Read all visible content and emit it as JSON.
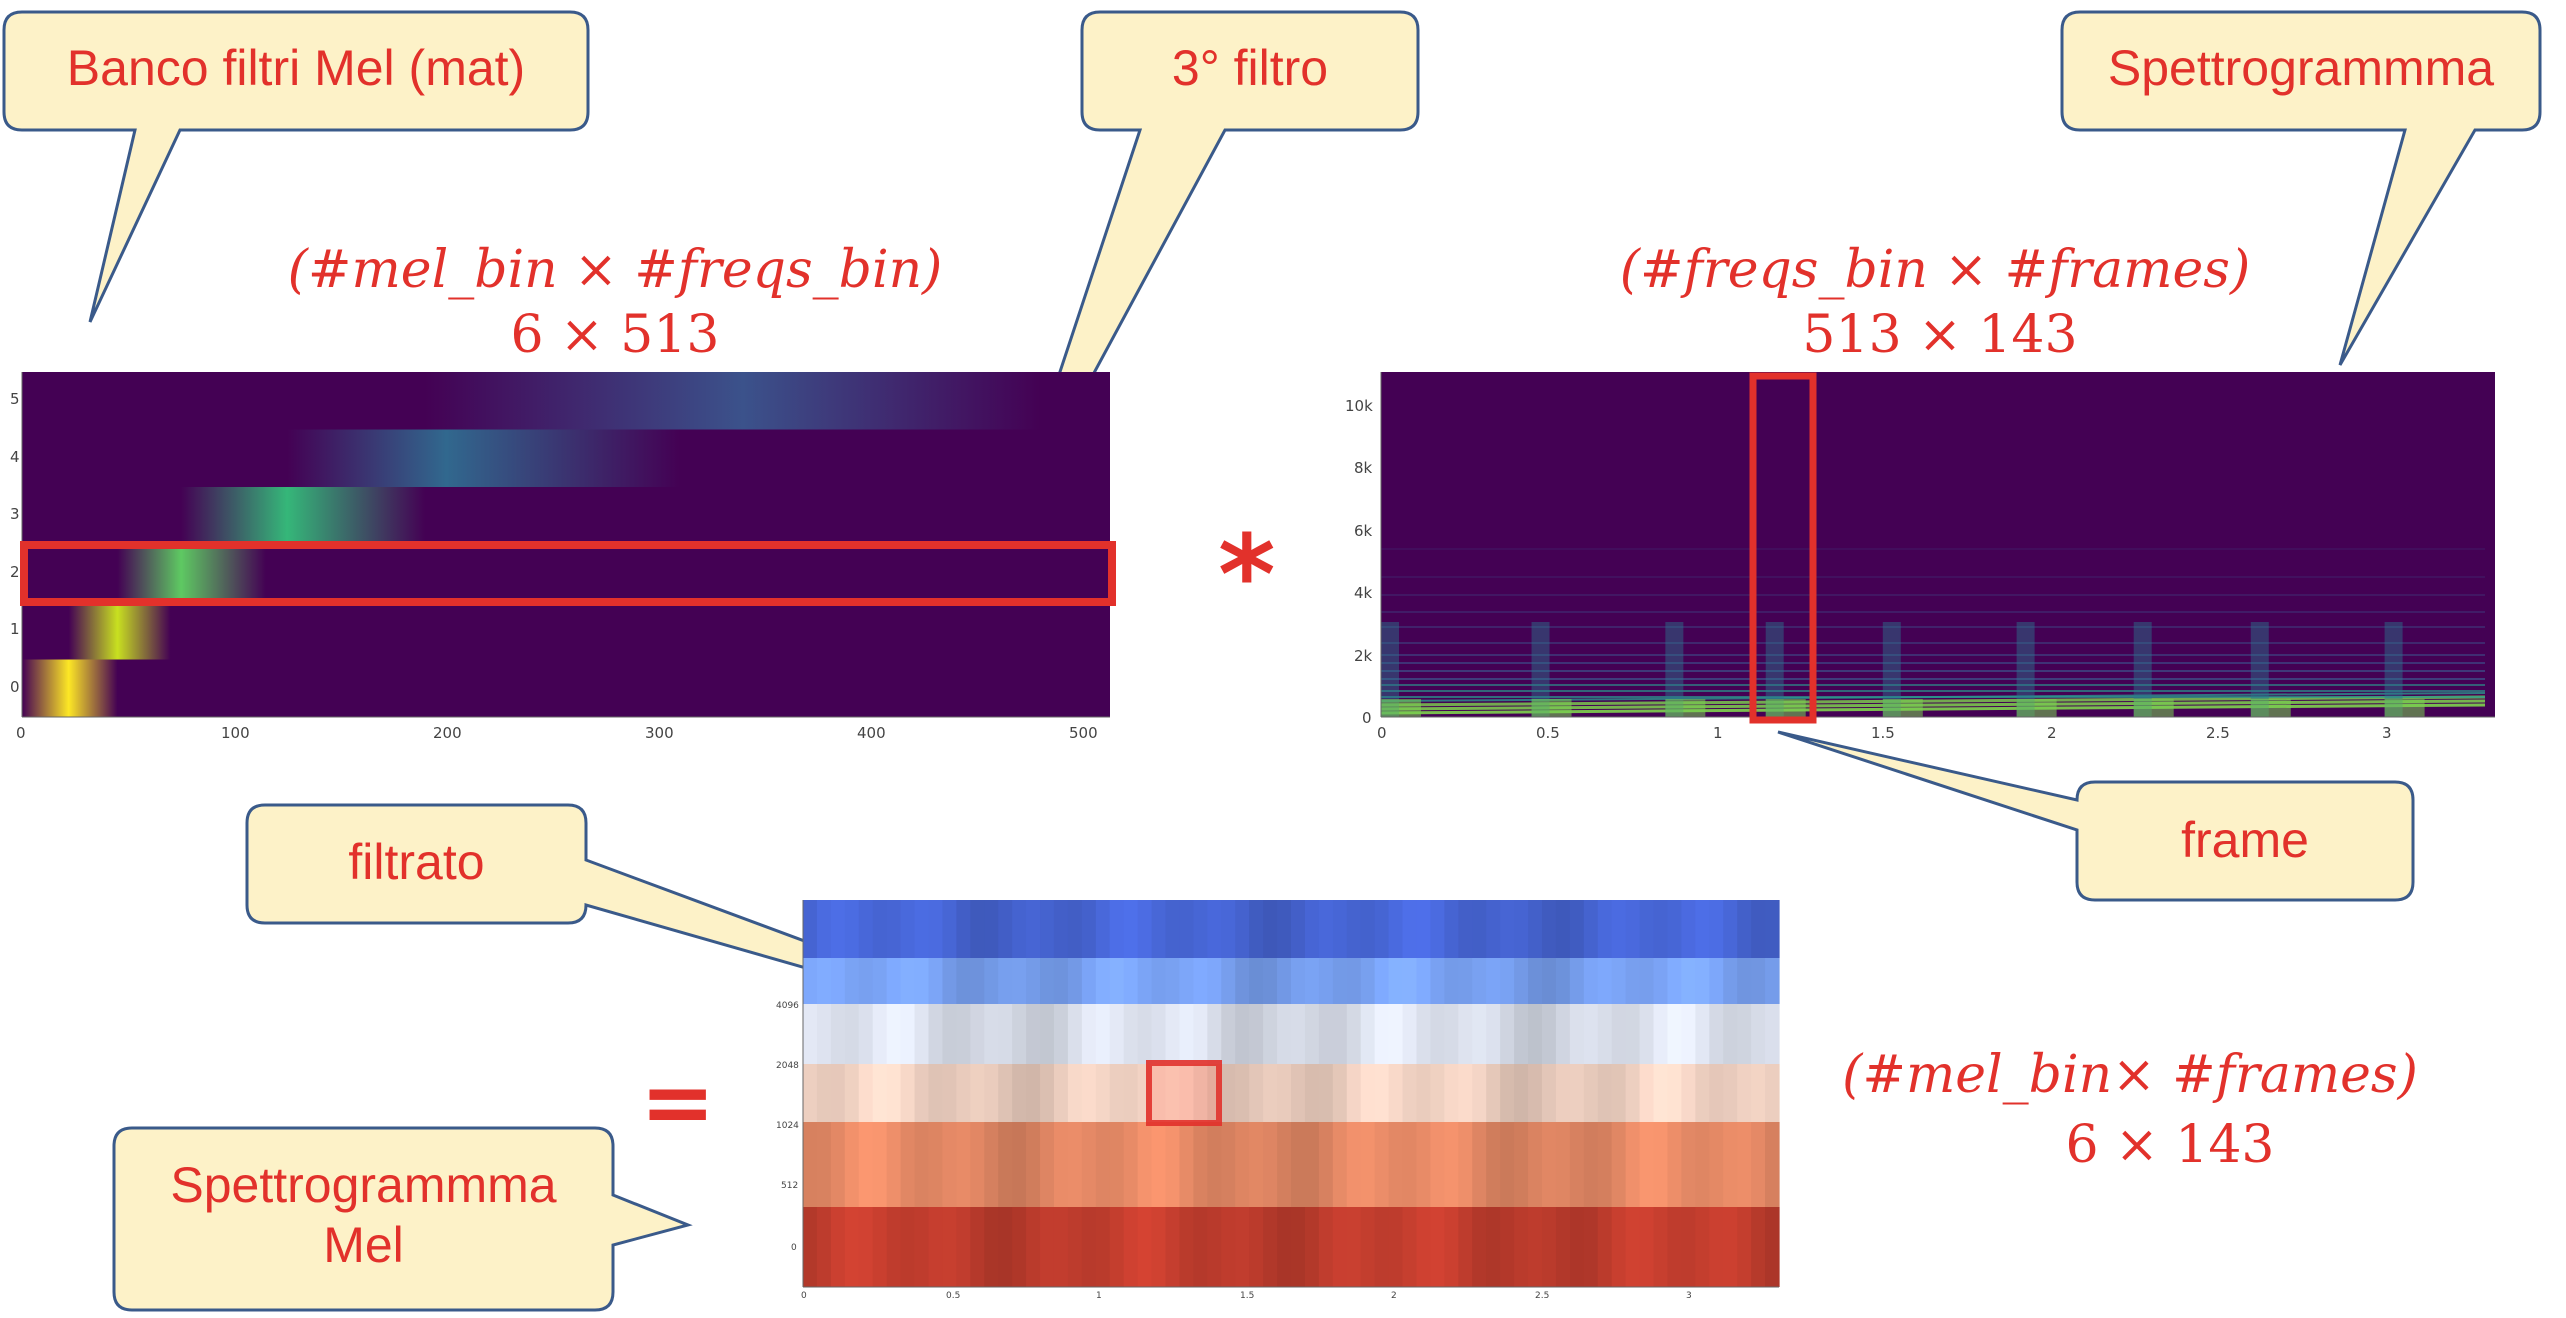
{
  "callouts": {
    "mel_bank": "Banco filtri Mel (mat)",
    "third_filter": "3° filtro",
    "spectrogram": "Spettrogrammma",
    "frame": "frame",
    "filtered": "filtrato",
    "mel_spectrogram_l1": "Spettrogrammma",
    "mel_spectrogram_l2": "Mel"
  },
  "formulas": {
    "mel_bank_dims": "(#mel_bin × #freqs_bin)",
    "mel_bank_size": "6 × 513",
    "spectrogram_dims": "(#freqs_bin × #frames)",
    "spectrogram_size": "513 × 143",
    "result_dims": "(#mel_bin× #frames)",
    "result_size": "6 × 143"
  },
  "operators": {
    "multiply": "*",
    "equals": "="
  },
  "colors": {
    "accent": "#e2312b",
    "callout_fill": "#fdf2c8",
    "callout_stroke": "#3a5a8a",
    "viridis_bg": "#440154"
  },
  "chart_data": [
    {
      "type": "heatmap",
      "x_ticks": [
        "0",
        "100",
        "200",
        "300",
        "400",
        "500"
      ],
      "y_ticks": [
        "0",
        "1",
        "2",
        "3",
        "4",
        "5"
      ],
      "xlim": [
        0,
        513
      ],
      "ylim": [
        -0.5,
        5.5
      ],
      "filters": [
        {
          "row": 0,
          "start": 0,
          "center": 22,
          "end": 45
        },
        {
          "row": 1,
          "start": 22,
          "center": 45,
          "end": 70
        },
        {
          "row": 2,
          "start": 45,
          "center": 75,
          "end": 115
        },
        {
          "row": 3,
          "start": 75,
          "center": 125,
          "end": 190
        },
        {
          "row": 4,
          "start": 125,
          "center": 200,
          "end": 310
        },
        {
          "row": 5,
          "start": 190,
          "center": 340,
          "end": 480
        }
      ],
      "highlighted_row": 2
    },
    {
      "type": "heatmap",
      "x_ticks": [
        "0",
        "0.5",
        "1",
        "1.5",
        "2",
        "2.5",
        "3"
      ],
      "y_ticks": [
        "0",
        "2k",
        "4k",
        "6k",
        "8k",
        "10k"
      ],
      "xlim": [
        0,
        3.33
      ],
      "ylim": [
        0,
        11025
      ],
      "highlighted_frame_time": [
        1.1,
        1.28
      ]
    },
    {
      "type": "heatmap",
      "x_ticks": [
        "0",
        "0.5",
        "1",
        "1.5",
        "2",
        "2.5",
        "3"
      ],
      "y_ticks": [
        "0",
        "512",
        "1024",
        "2048",
        "4096"
      ],
      "xlim": [
        0,
        3.33
      ],
      "rows": 6,
      "highlighted_cell": {
        "row": 2,
        "time": [
          1.17,
          1.4
        ]
      }
    }
  ]
}
